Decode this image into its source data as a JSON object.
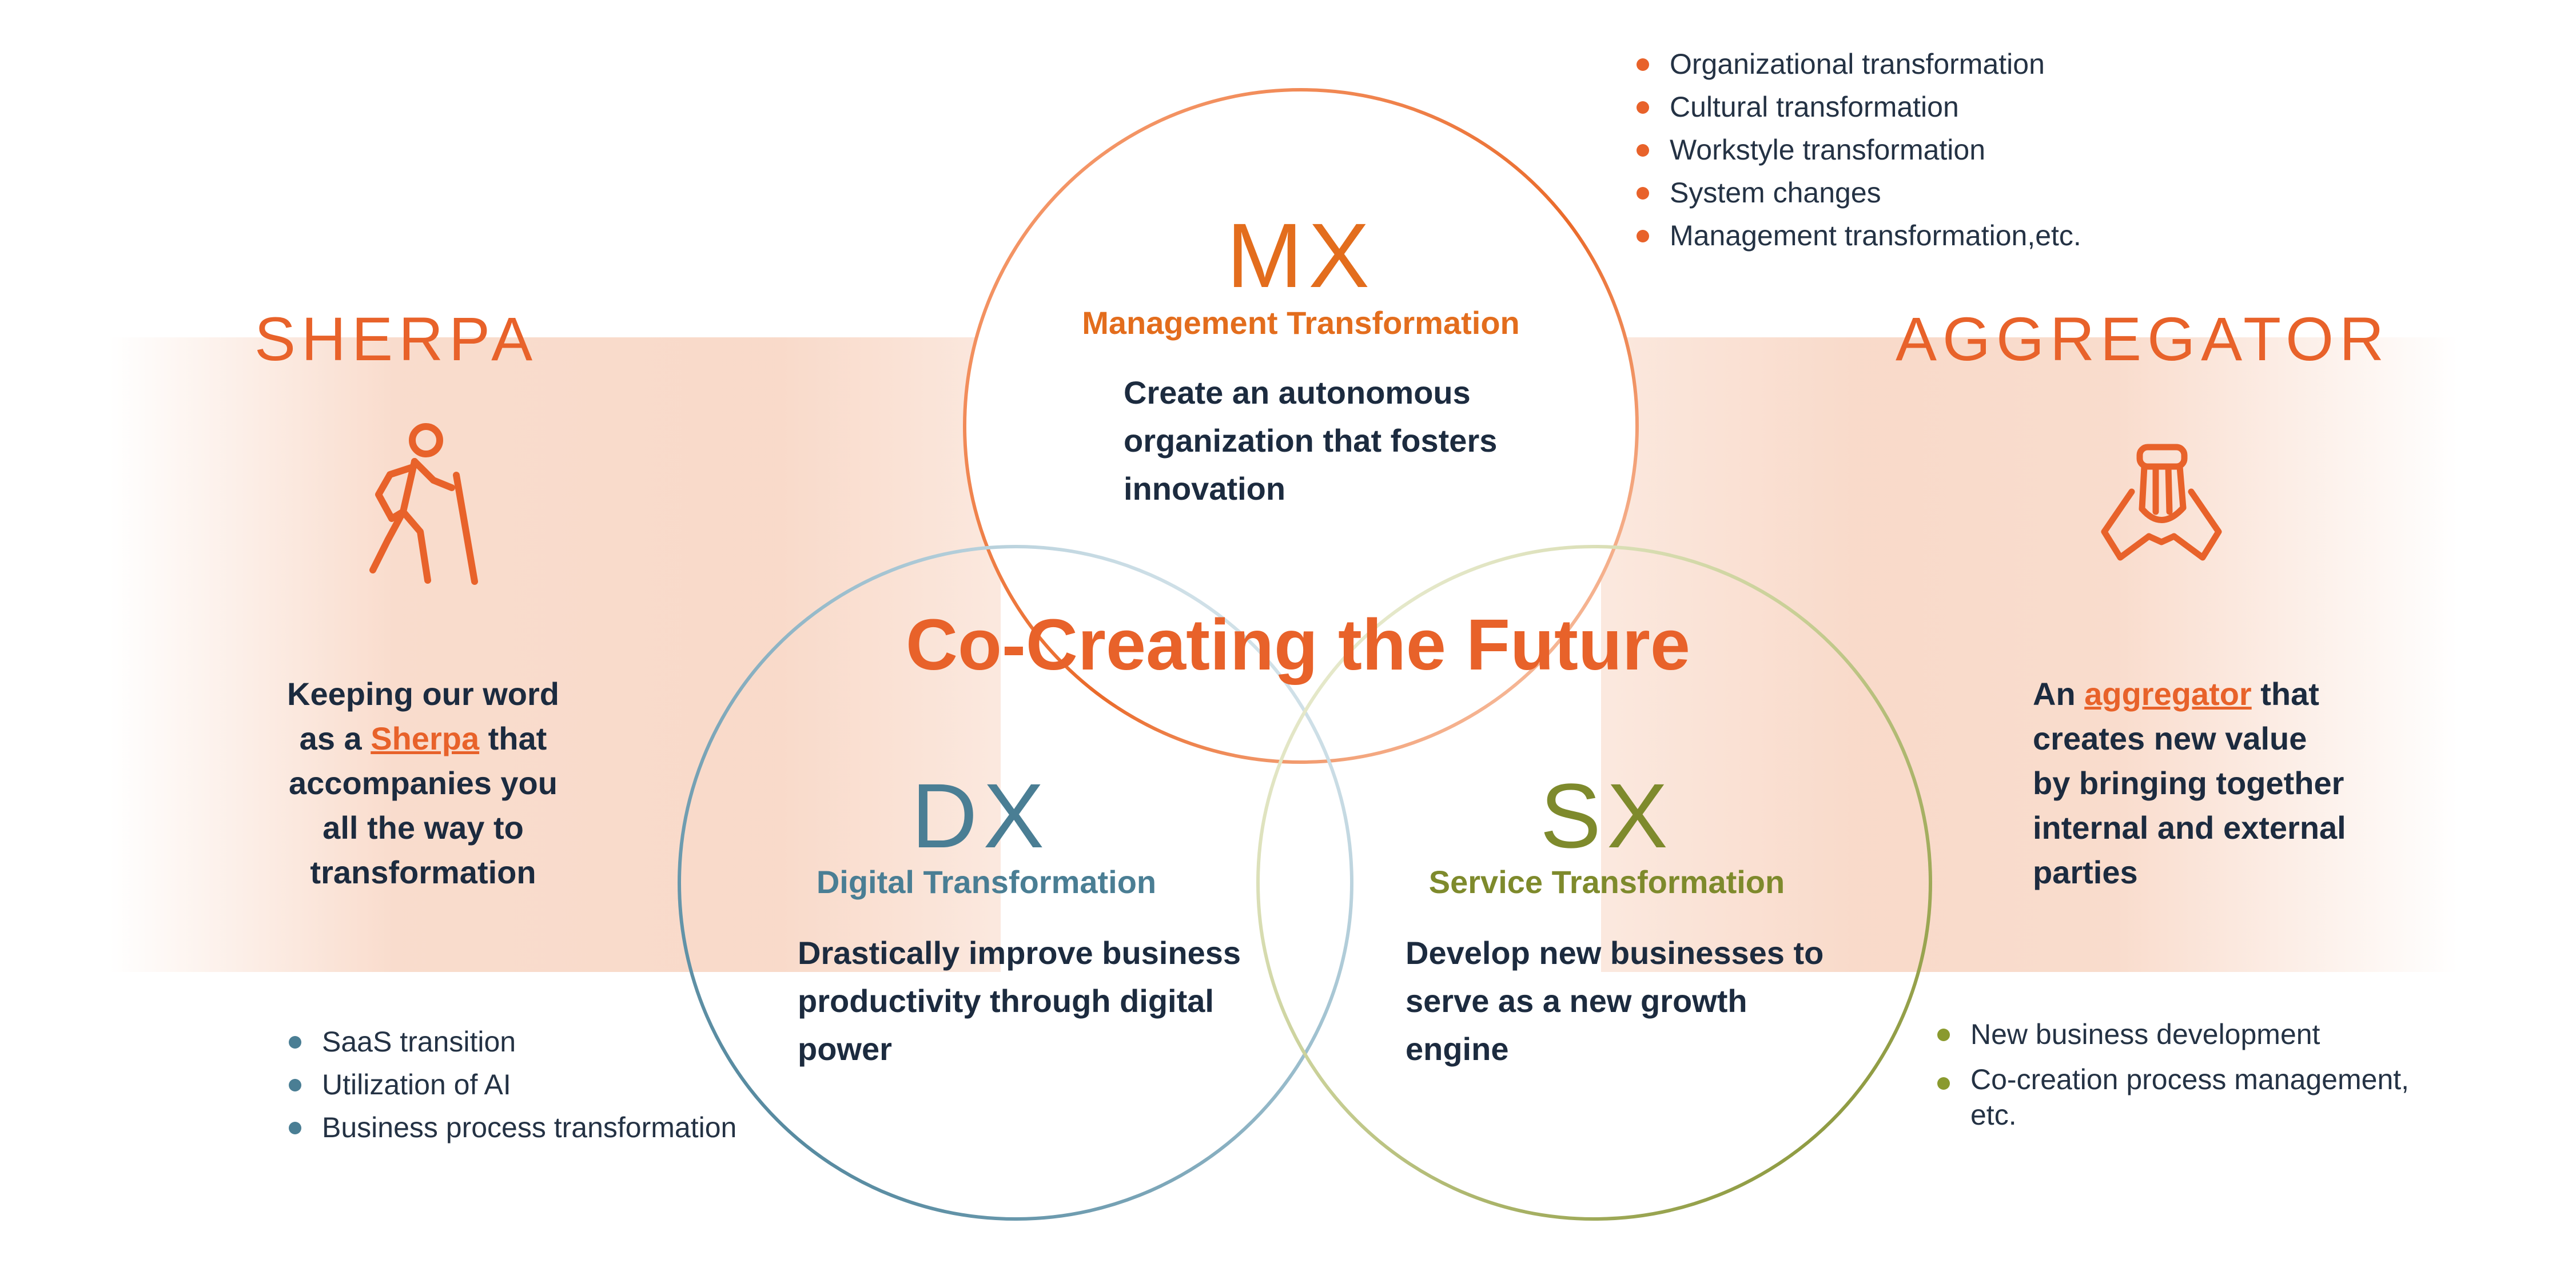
{
  "headline": "Co-Creating the Future",
  "sherpa": {
    "title": "SHERPA",
    "icon": "hiker-icon",
    "text_line1": "Keeping our word",
    "text_line2_pre": "as a ",
    "text_line2_link": "Sherpa",
    "text_line2_post": " that",
    "text_line3": "accompanies you",
    "text_line4": "all the way to",
    "text_line5": "transformation"
  },
  "aggregator": {
    "title": "AGGREGATOR",
    "icon": "stacked-hands-icon",
    "text_line1_pre": "An ",
    "text_line1_link": "aggregator",
    "text_line1_post": " that",
    "text_line2": "creates new value",
    "text_line3": "by bringing together",
    "text_line4": "internal and external",
    "text_line5": "parties"
  },
  "mx": {
    "code": "MX",
    "name": "Management Transformation",
    "desc_line1": "Create an autonomous",
    "desc_line2": "organization that fosters",
    "desc_line3": "innovation",
    "bullets": [
      "Organizational transformation",
      "Cultural transformation",
      "Workstyle transformation",
      "System changes",
      "Management transformation,etc."
    ]
  },
  "dx": {
    "code": "DX",
    "name": "Digital Transformation",
    "desc_line1": "Drastically improve business",
    "desc_line2": "productivity through digital",
    "desc_line3": "power",
    "bullets": [
      "SaaS transition",
      "Utilization of AI",
      "Business process transformation"
    ]
  },
  "sx": {
    "code": "SX",
    "name": "Service Transformation",
    "desc_line1": "Develop new businesses to",
    "desc_line2": "serve as a new growth",
    "desc_line3": "engine",
    "bullets": [
      "New business development",
      "Co-creation process management,",
      "etc."
    ]
  },
  "colors": {
    "orange": "#e8622a",
    "mx": "#e36d1d",
    "dx": "#4a7e94",
    "sx": "#7e8a2c",
    "navy": "#1c2b3f"
  }
}
